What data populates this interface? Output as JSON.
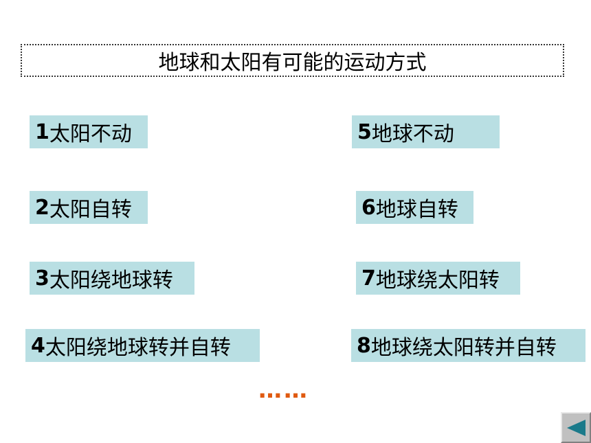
{
  "title": "地球和太阳有可能的运动方式",
  "left_items": [
    {
      "num": "1",
      "text": "太阳不动"
    },
    {
      "num": "2",
      "text": "太阳自转"
    },
    {
      "num": "3",
      "text": "太阳绕地球转"
    },
    {
      "num": "4",
      "text": "太阳绕地球转并自转"
    }
  ],
  "right_items": [
    {
      "num": "5",
      "text": "地球不动"
    },
    {
      "num": "6",
      "text": "地球自转"
    },
    {
      "num": "7",
      "text": "地球绕太阳转"
    },
    {
      "num": "8",
      "text": "地球绕太阳转并自转"
    }
  ],
  "ellipsis": "……",
  "colors": {
    "item_bg": "#b9dfe3",
    "ellipsis": "#e05a10",
    "nav_arrow": "#1a7a8a"
  },
  "nav": {
    "back_icon": "triangle-left-icon"
  }
}
